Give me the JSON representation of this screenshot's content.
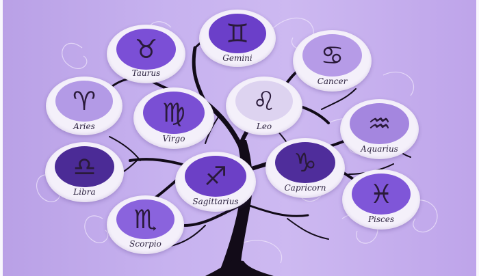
{
  "signs": [
    {
      "id": "gemini",
      "label": "Gemini",
      "glyph": "♊",
      "disc_color": "#6b3fc9"
    },
    {
      "id": "taurus",
      "label": "Taurus",
      "glyph": "♉",
      "disc_color": "#7b4fd6"
    },
    {
      "id": "cancer",
      "label": "Cancer",
      "glyph": "♋",
      "disc_color": "#b69be7"
    },
    {
      "id": "aries",
      "label": "Aries",
      "glyph": "♈",
      "disc_color": "#b39ae6"
    },
    {
      "id": "virgo",
      "label": "Virgo",
      "glyph": "♍",
      "disc_color": "#7a4fd4"
    },
    {
      "id": "leo",
      "label": "Leo",
      "glyph": "♌",
      "disc_color": "#ddd3f0"
    },
    {
      "id": "aquarius",
      "label": "Aquarius",
      "glyph": "♒",
      "disc_color": "#a486df"
    },
    {
      "id": "libra",
      "label": "Libra",
      "glyph": "♎",
      "disc_color": "#4b2b96"
    },
    {
      "id": "capricorn",
      "label": "Capricorn",
      "glyph": "♑",
      "disc_color": "#4f2d9b"
    },
    {
      "id": "sagittarius",
      "label": "Sagittarius",
      "glyph": "♐",
      "disc_color": "#6c40c6"
    },
    {
      "id": "pisces",
      "label": "Pisces",
      "glyph": "♓",
      "disc_color": "#7f56d8"
    },
    {
      "id": "scorpio",
      "label": "Scorpio",
      "glyph": "♏",
      "disc_color": "#8a63dd"
    }
  ],
  "colors": {
    "trunk": "#120b18",
    "ornament": "#e9def8"
  }
}
